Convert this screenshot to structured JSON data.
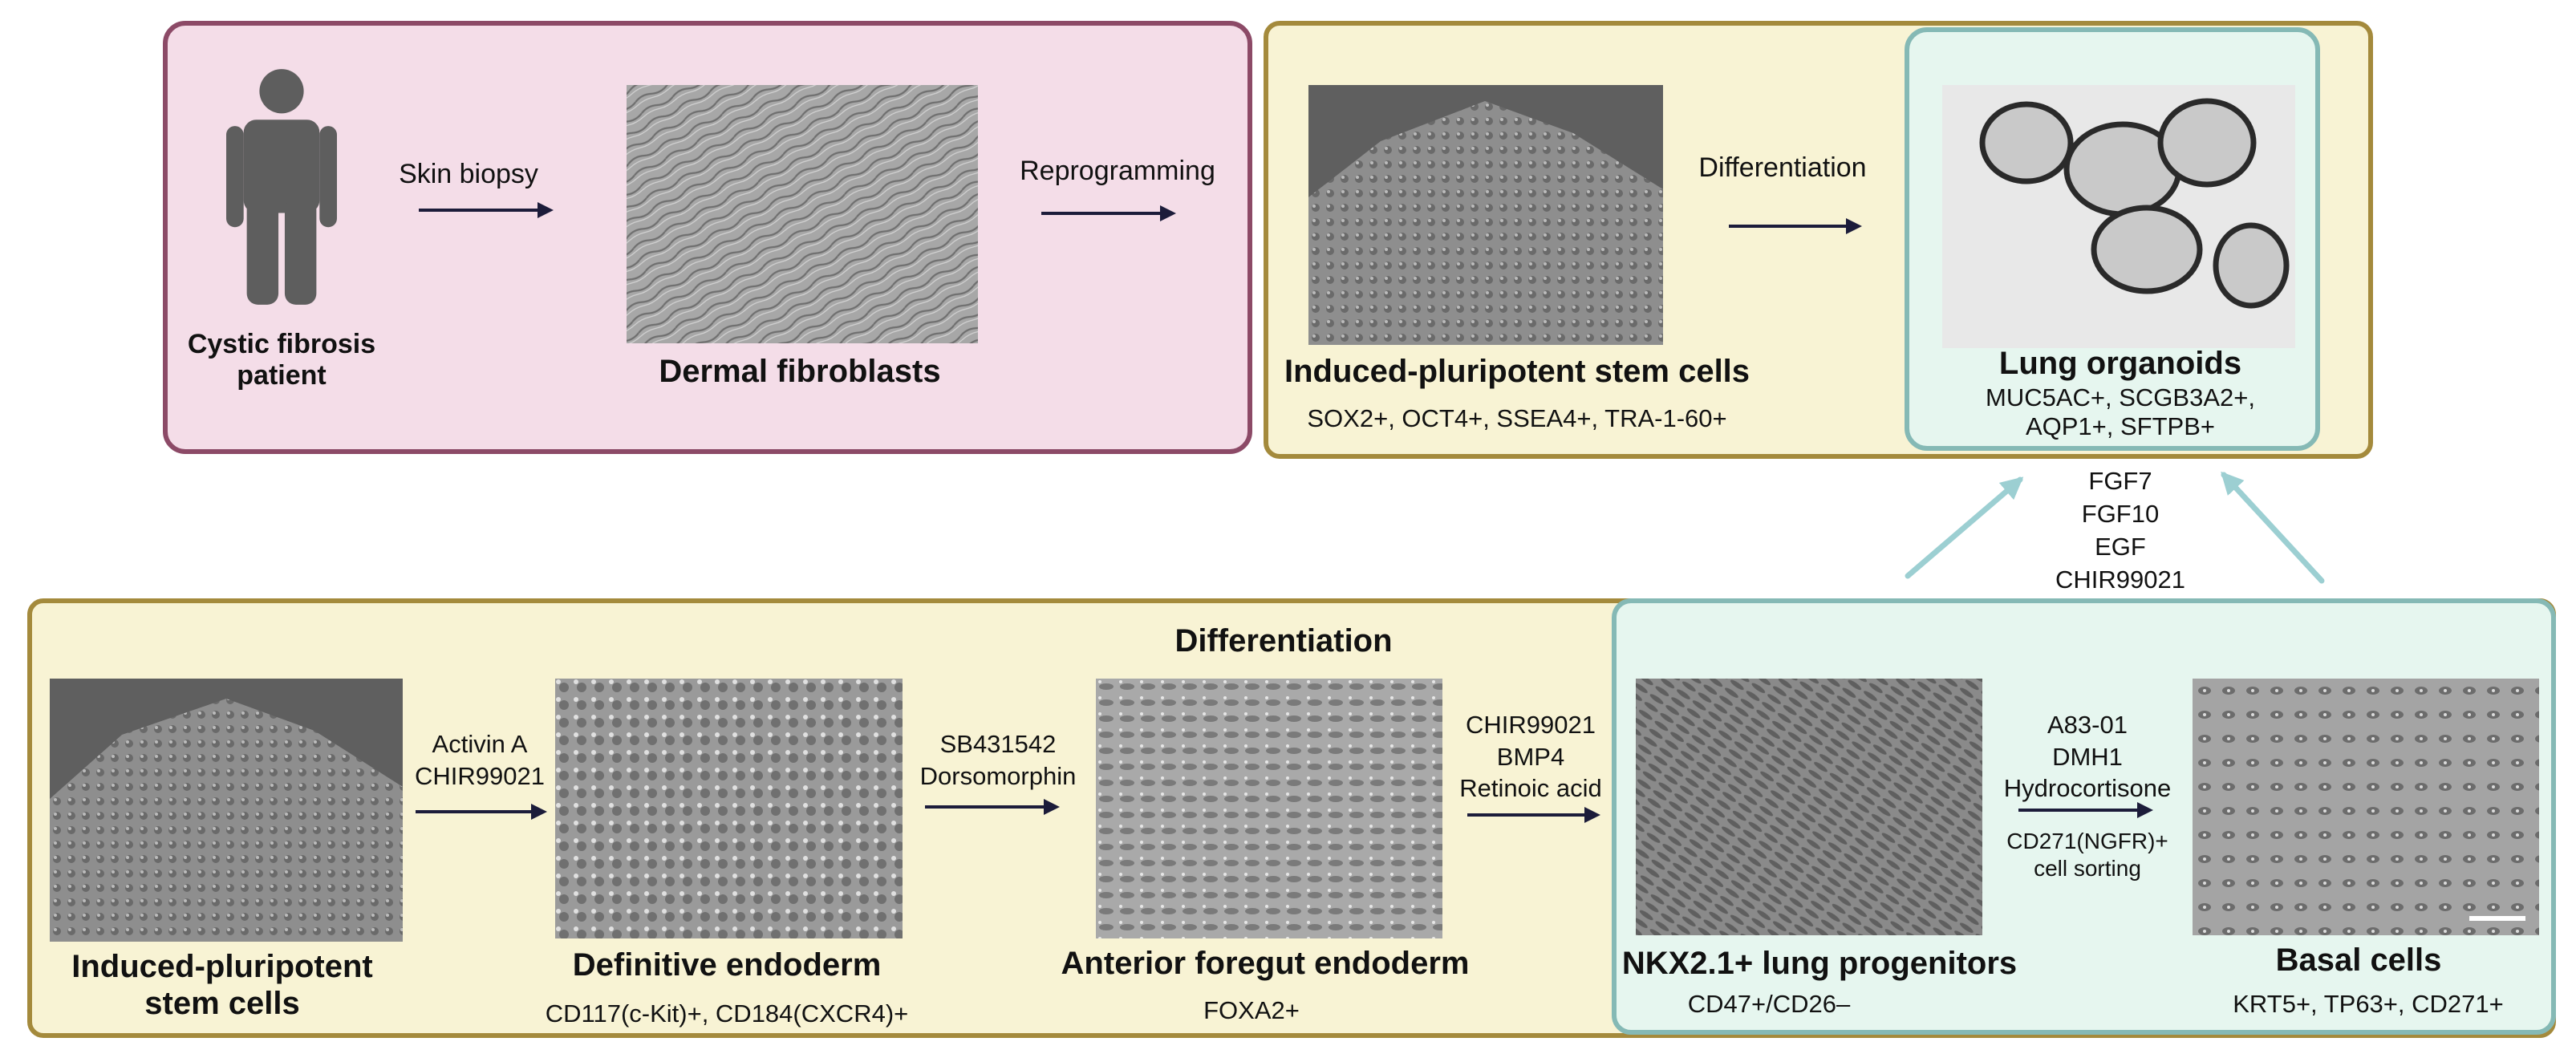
{
  "colors": {
    "pink_panel": "#f4dde8",
    "pink_border": "#8c4a67",
    "yellow_panel": "#f8f3d4",
    "yellow_border": "#a48a3c",
    "teal_panel": "#e6f6ef",
    "teal_border": "#85b9b5",
    "arrow_dark": "#1c1c3a",
    "arrow_teal": "#9ccfd2",
    "patient_gray": "#5e5e5e"
  },
  "top": {
    "patient": {
      "icon": "person-icon",
      "label": "Cystic fibrosis\npatient"
    },
    "skin_biopsy": "Skin biopsy",
    "dermal_fibroblasts": "Dermal fibroblasts",
    "reprogramming": "Reprogramming",
    "ipsc": {
      "title": "Induced-pluripotent stem cells",
      "markers": "SOX2+, OCT4+, SSEA4+, TRA-1-60+"
    },
    "differentiation": "Differentiation",
    "organoids": {
      "title": "Lung organoids",
      "markers": "MUC5AC+, SCGB3A2+,\nAQP1+, SFTPB+"
    }
  },
  "organoid_factors": "FGF7\nFGF10\nEGF\nCHIR99021",
  "bottom": {
    "title": "Differentiation",
    "stages": [
      {
        "title": "Induced-pluripotent\nstem cells",
        "markers": ""
      },
      {
        "title": "Definitive endoderm",
        "markers": "CD117(c-Kit)+, CD184(CXCR4)+"
      },
      {
        "title": "Anterior foregut endoderm",
        "markers": "FOXA2+"
      },
      {
        "title": "NKX2.1+ lung progenitors",
        "markers": "CD47+/CD26–"
      },
      {
        "title": "Basal cells",
        "markers": "KRT5+, TP63+, CD271+"
      }
    ],
    "transitions": [
      {
        "factors": "Activin A\nCHIR99021",
        "note": ""
      },
      {
        "factors": "SB431542\nDorsomorphin",
        "note": ""
      },
      {
        "factors": "CHIR99021\nBMP4\nRetinoic acid",
        "note": ""
      },
      {
        "factors": "A83-01\nDMH1\nHydrocortisone",
        "note": "CD271(NGFR)+\ncell sorting"
      }
    ]
  }
}
